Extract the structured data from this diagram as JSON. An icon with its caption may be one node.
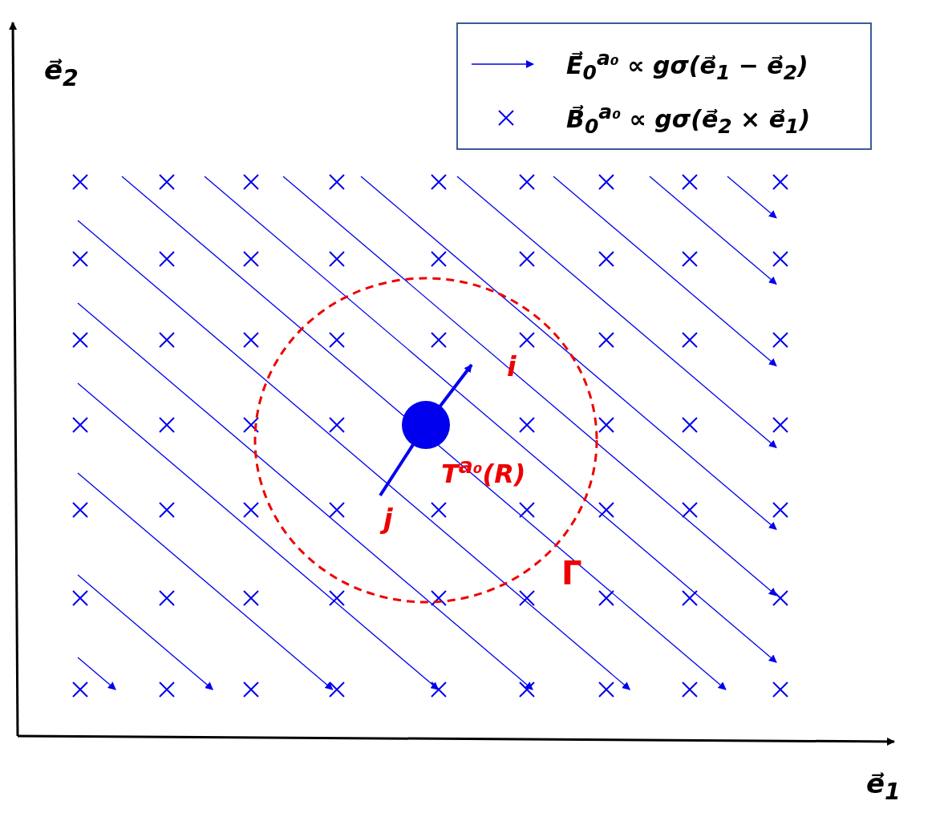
{
  "diagram": {
    "labels": [
      "e⃗$_{2}$",
      "e⃗$_{1}$",
      "i",
      "j",
      "T$^{a₀}$(R)",
      "Γ"
    ],
    "legend": [
      {
        "text": "E⃗$_{0}$$^{a₀}$ ∝ gσ(e⃗$_{1}$ − e⃗$_{2}$)"
      },
      {
        "text": "B⃗$_{0}$$^{a₀}$ ∝ gσ(e⃗$_{2}$ × e⃗$_{1}$)"
      }
    ]
  }
}
